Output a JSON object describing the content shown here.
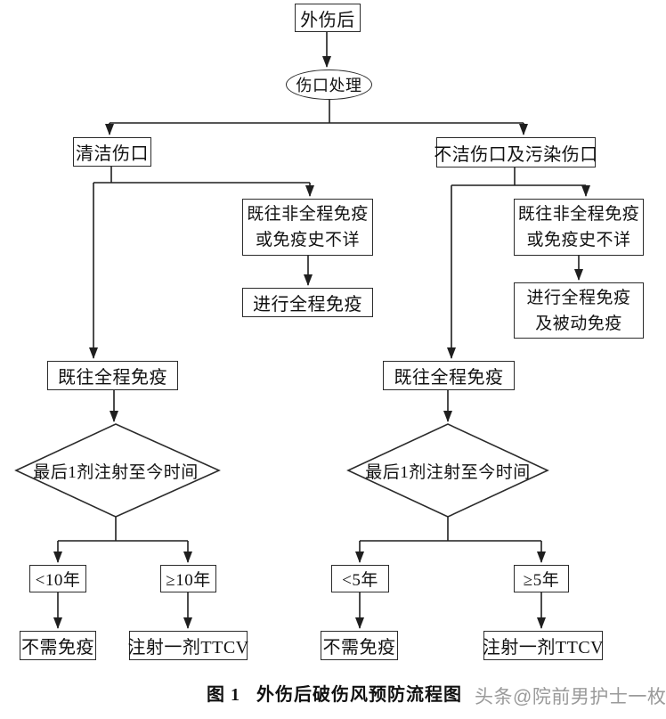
{
  "colors": {
    "background": "#ffffff",
    "line": "#1f1f1f",
    "text": "#111111",
    "watermark": "#9a9a9a"
  },
  "flowchart": {
    "start": "外伤后",
    "process": "伤口处理",
    "branch_left": {
      "wound_type": "清洁伤口",
      "non_full_immunity": [
        "既往非全程免疫",
        "或免疫史不详"
      ],
      "non_full_action": [
        "进行全程免疫"
      ],
      "full_immunity": "既往全程免疫",
      "decision": "最后1剂注射至今时间",
      "outcome_short_label": "<10年",
      "outcome_long_label": "≥10年",
      "outcome_short_action": "不需免疫",
      "outcome_long_action": "注射一剂TTCV"
    },
    "branch_right": {
      "wound_type": "不洁伤口及污染伤口",
      "non_full_immunity": [
        "既往非全程免疫",
        "或免疫史不详"
      ],
      "non_full_action": [
        "进行全程免疫",
        "及被动免疫"
      ],
      "full_immunity": "既往全程免疫",
      "decision": "最后1剂注射至今时间",
      "outcome_short_label": "<5年",
      "outcome_long_label": "≥5年",
      "outcome_short_action": "不需免疫",
      "outcome_long_action": "注射一剂TTCV"
    }
  },
  "caption": {
    "figure_label": "图 1",
    "title": "外伤后破伤风预防流程图"
  },
  "watermark": "头条@院前男护士一枚"
}
